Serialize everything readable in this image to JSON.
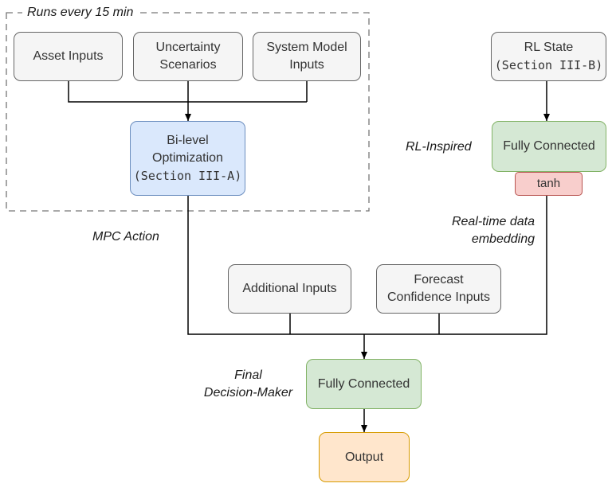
{
  "region_label": "Runs every 15 min",
  "nodes": {
    "asset_inputs": "Asset Inputs",
    "uncertainty_line1": "Uncertainty",
    "uncertainty_line2": "Scenarios",
    "system_model_line1": "System Model",
    "system_model_line2": "Inputs",
    "bilevel_line1": "Bi-level",
    "bilevel_line2": "Optimization",
    "bilevel_section": "(Section III-A)",
    "rl_state": "RL State",
    "rl_state_section": "(Section III-B)",
    "rl_fc": "Fully Connected",
    "tanh": "tanh",
    "additional_inputs": "Additional Inputs",
    "forecast_line1": "Forecast",
    "forecast_line2": "Confidence Inputs",
    "final_fc": "Fully Connected",
    "output": "Output"
  },
  "annotations": {
    "rl_inspired": "RL-Inspired",
    "mpc_action": "MPC Action",
    "realtime_line1": "Real-time data",
    "realtime_line2": "embedding",
    "final_line1": "Final",
    "final_line2": "Decision-Maker"
  },
  "colors": {
    "neutral_fill": "#f5f5f5",
    "optimization_fill": "#dae8fc",
    "fully_connected_fill": "#d5e8d4",
    "tanh_fill": "#f8cecc",
    "output_fill": "#ffe6cc"
  }
}
